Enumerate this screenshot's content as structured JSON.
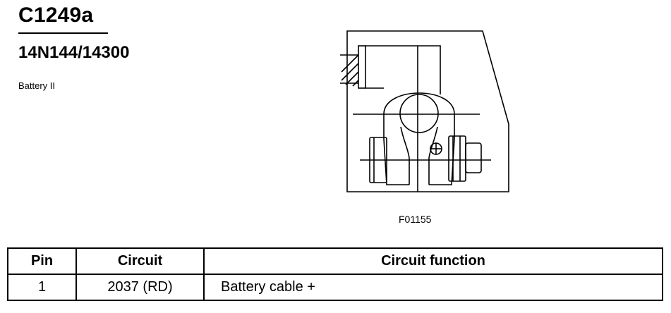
{
  "header": {
    "connector_id": "C1249a",
    "part_number": "14N144/14300",
    "description": "Battery II"
  },
  "figure": {
    "reference": "F01155"
  },
  "pin_table": {
    "columns": [
      "Pin",
      "Circuit",
      "Circuit function"
    ],
    "rows": [
      [
        "1",
        "2037 (RD)",
        "Battery cable +"
      ]
    ]
  }
}
